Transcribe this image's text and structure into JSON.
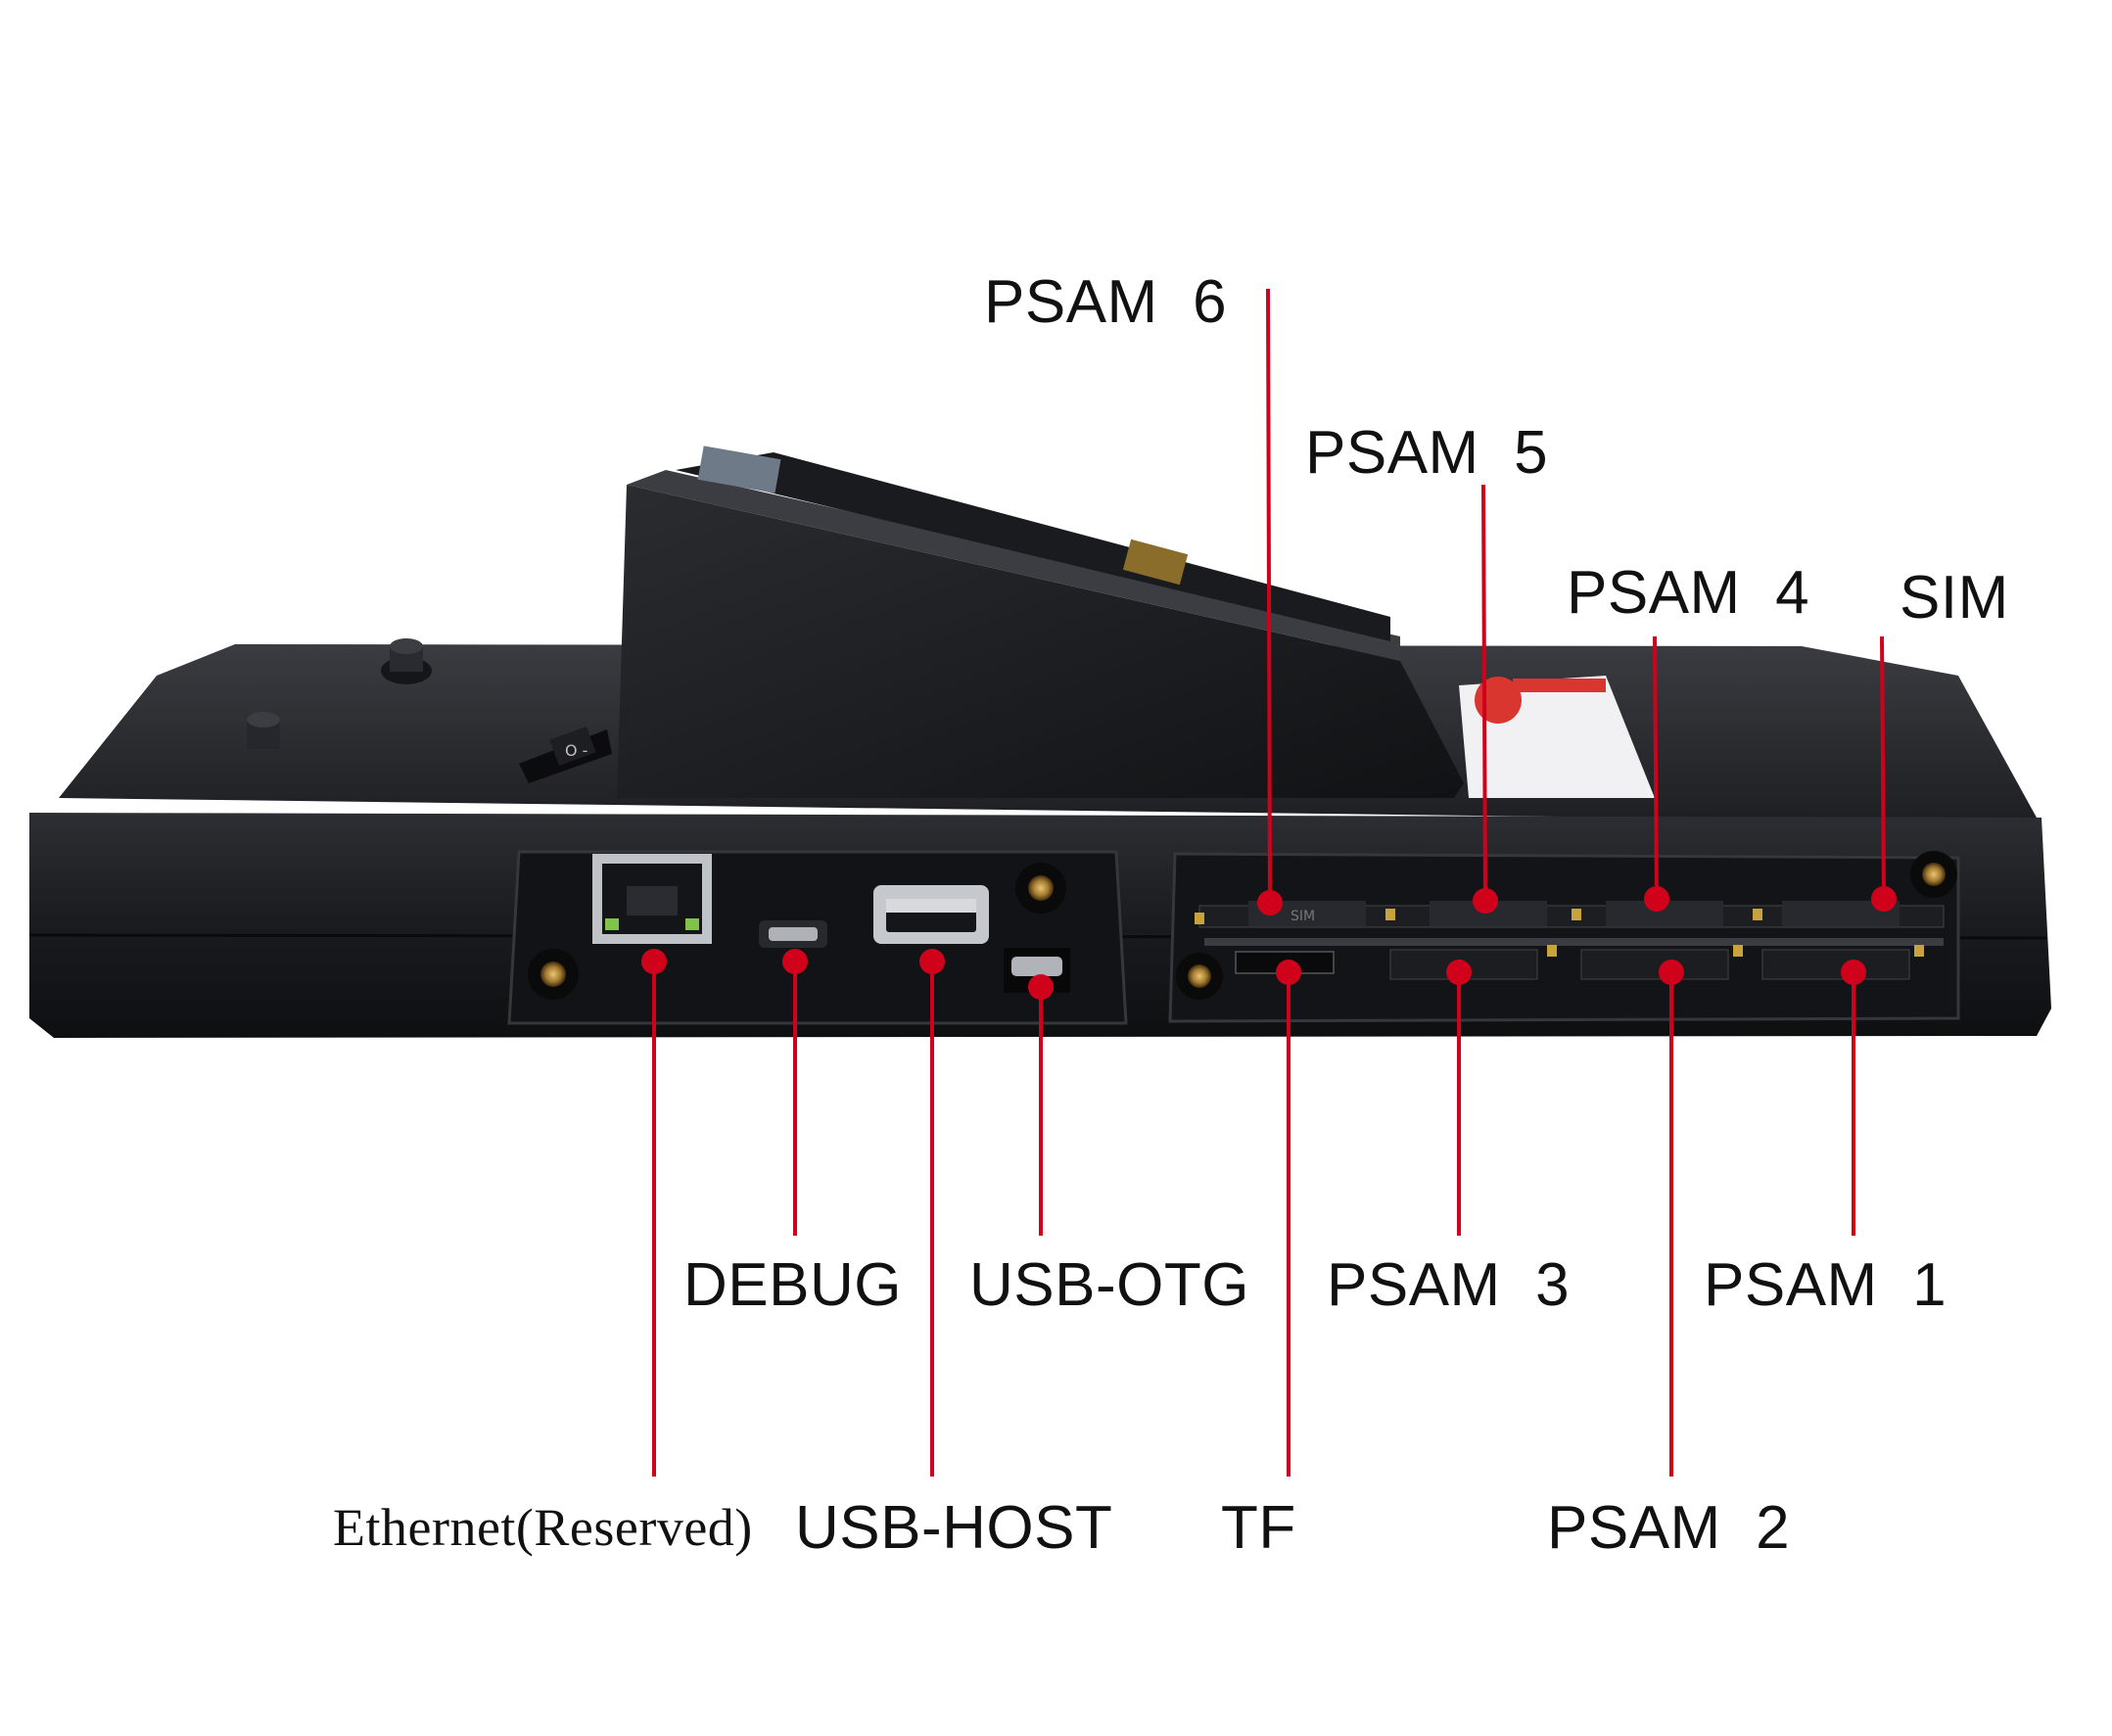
{
  "device": {
    "power_switch_text": "O -",
    "slot_mark_text": "SIM"
  },
  "labels": {
    "psam6": "PSAM  6",
    "psam5": "PSAM  5",
    "psam4": "PSAM  4",
    "sim": "SIM",
    "debug": "DEBUG",
    "usb_otg": "USB-OTG",
    "psam3": "PSAM  3",
    "psam1": "PSAM  1",
    "ethernet": "Ethernet(Reserved)",
    "usb_host": "USB-HOST",
    "tf": "TF",
    "psam2": "PSAM  2"
  },
  "colors": {
    "callout": "#d0021b",
    "body": "#1c1d20",
    "body_top": "#2a2c30",
    "text": "#111111"
  }
}
